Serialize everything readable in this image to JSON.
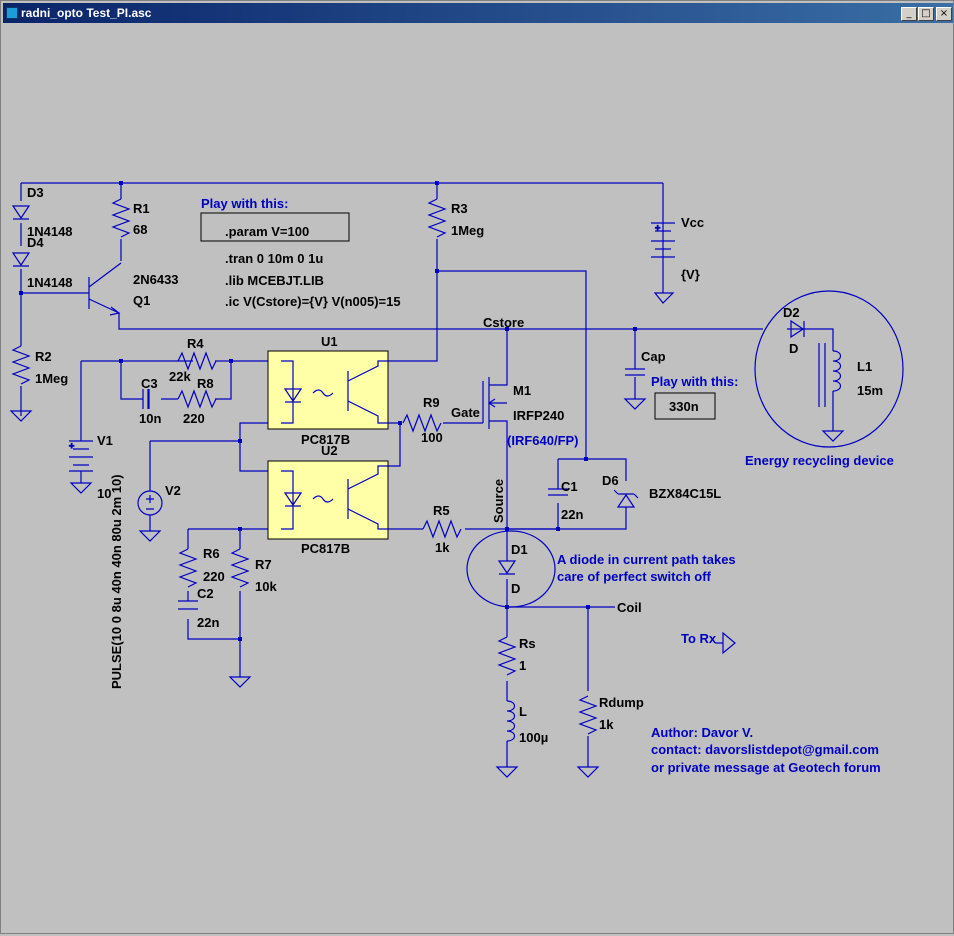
{
  "window": {
    "title": "radni_opto Test_PI.asc",
    "min": "_",
    "max": "□",
    "close": "×"
  },
  "colors": {
    "background": "#c0c0c0",
    "wire": "#0000c0",
    "component_fill": "#ffffa8",
    "label": "#000000",
    "comment": "#0000c0"
  },
  "components": {
    "D3": {
      "name": "D3",
      "value": "1N4148"
    },
    "D4": {
      "name": "D4",
      "value": "1N4148"
    },
    "R1": {
      "name": "R1",
      "value": "68"
    },
    "Q1": {
      "name": "Q1",
      "value": "2N6433"
    },
    "R2": {
      "name": "R2",
      "value": "1Meg"
    },
    "R3": {
      "name": "R3",
      "value": "1Meg"
    },
    "R4": {
      "name": "R4",
      "value": "22k"
    },
    "R8": {
      "name": "R8",
      "value": "220"
    },
    "C3": {
      "name": "C3",
      "value": "10n"
    },
    "V1": {
      "name": "V1",
      "value": "10",
      "pulse": "PULSE(10 0 8u 40n 40n 80u 2m 10)"
    },
    "V2": {
      "name": "V2"
    },
    "U1": {
      "name": "U1",
      "value": "PC817B"
    },
    "U2": {
      "name": "U2",
      "value": "PC817B"
    },
    "R9": {
      "name": "R9",
      "value": "100"
    },
    "R5": {
      "name": "R5",
      "value": "1k"
    },
    "R6": {
      "name": "R6",
      "value": "220"
    },
    "C2": {
      "name": "C2",
      "value": "22n"
    },
    "R7": {
      "name": "R7",
      "value": "10k"
    },
    "M1": {
      "name": "M1",
      "value": "IRFP240",
      "alt": "(IRF640/FP)"
    },
    "C1": {
      "name": "C1",
      "value": "22n"
    },
    "D6": {
      "name": "D6",
      "value": "BZX84C15L"
    },
    "D1": {
      "name": "D1",
      "value": "D"
    },
    "Rs": {
      "name": "Rs",
      "value": "1"
    },
    "L": {
      "name": "L",
      "value": "100µ"
    },
    "Rdump": {
      "name": "Rdump",
      "value": "1k"
    },
    "Vcc": {
      "name": "Vcc",
      "value": "{V}"
    },
    "Cap": {
      "name": "Cap",
      "value": "330n"
    },
    "D2": {
      "name": "D2",
      "value": "D"
    },
    "L1": {
      "name": "L1",
      "value": "15m"
    }
  },
  "nets": {
    "cstore": "Cstore",
    "gate": "Gate",
    "source": "Source",
    "coil": "Coil",
    "to_rx": "To Rx"
  },
  "directives": {
    "play_label": "Play with this:",
    "param": ".param V=100",
    "tran": ".tran 0 10m 0 1u",
    "lib": ".lib MCEBJT.LIB",
    "ic": ".ic V(Cstore)={V} V(n005)=15",
    "play_label_2": "Play with this:"
  },
  "comments": {
    "energy": "Energy recycling device",
    "diode_note_1": "A diode in current path takes",
    "diode_note_2": "care of perfect switch off",
    "author": "Author: Davor V.",
    "contact": "contact: davorslistdepot@gmail.com",
    "forum": "or private message at Geotech forum"
  }
}
